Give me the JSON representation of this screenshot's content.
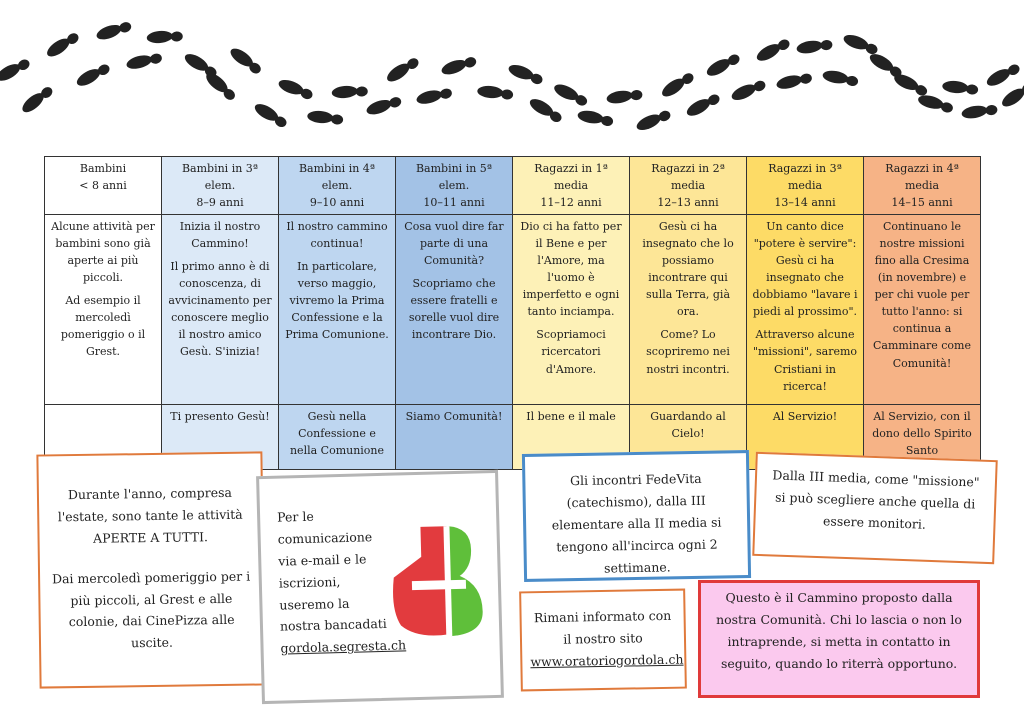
{
  "columns": [
    {
      "title": "Bambini",
      "age": "< 8 anni",
      "color": "#ffffff",
      "body": [
        "Alcune attività per bambini sono già aperte ai più piccoli.",
        "Ad esempio il mercoledì pomeriggio o il Grest."
      ],
      "footer": ""
    },
    {
      "title": "Bambini in 3ª elem.",
      "age": "8–9 anni",
      "color": "#dce9f7",
      "body": [
        "Inizia il nostro Cammino!",
        "Il primo anno è di conoscenza, di avvicinamento per conoscere meglio il nostro amico Gesù. S'inizia!"
      ],
      "footer": "Ti presento Gesù!"
    },
    {
      "title": "Bambini in 4ª elem.",
      "age": "9–10 anni",
      "color": "#bed6f0",
      "body": [
        "Il nostro cammino continua!",
        "In particolare, verso maggio, vivremo la Prima Confessione e la Prima Comunione."
      ],
      "footer": "Gesù nella Confessione e nella Comunione"
    },
    {
      "title": "Bambini in 5ª elem.",
      "age": "10–11 anni",
      "color": "#a3c2e6",
      "body": [
        "Cosa vuol dire far parte di una Comunità?",
        "Scopriamo che essere fratelli e sorelle vuol dire incontrare Dio."
      ],
      "footer": "Siamo Comunità!"
    },
    {
      "title": "Ragazzi in 1ª media",
      "age": "11–12 anni",
      "color": "#fdf1b7",
      "body": [
        "Dio ci ha fatto per il Bene e per l'Amore, ma l'uomo è imperfetto e ogni tanto inciampa.",
        "Scopriamoci ricercatori d'Amore."
      ],
      "footer": "Il bene e il male"
    },
    {
      "title": "Ragazzi in 2ª media",
      "age": "12–13 anni",
      "color": "#fde697",
      "body": [
        "Gesù ci ha insegnato che lo possiamo incontrare qui sulla Terra, già ora.",
        "Come? Lo scopriremo nei nostri incontri."
      ],
      "footer": "Guardando al Cielo!"
    },
    {
      "title": "Ragazzi in 3ª media",
      "age": "13–14 anni",
      "color": "#fddb66",
      "body": [
        "Un canto dice \"potere è servire\": Gesù ci ha insegnato che dobbiamo \"lavare i piedi al prossimo\".",
        "Attraverso alcune \"missioni\", saremo Cristiani in ricerca!"
      ],
      "footer": "Al Servizio!"
    },
    {
      "title": "Ragazzi in 4ª media",
      "age": "14–15 anni",
      "color": "#f6b386",
      "body": [
        "Continuano le nostre missioni fino alla Cresima (in novembre) e per chi vuole per tutto l'anno: si continua a Camminare come Comunità!"
      ],
      "footer": "Al Servizio, con il dono dello Spirito Santo"
    }
  ],
  "boxes": {
    "estate": {
      "l1": "Durante l'anno, compresa l'estate, sono tante le attività",
      "l2": "APERTE A TUTTI.",
      "l3": "Dai mercoledì pomeriggio per i più piccoli, al Grest e alle colonie, dai CinePizza alle uscite."
    },
    "comunicazioni": {
      "text": "Per le comunicazione via e-mail e le iscrizioni, useremo la nostra bancadati",
      "link": "gordola.segresta.ch"
    },
    "fedevita": {
      "text": "Gli incontri FedeVita (catechismo), dalla III elementare alla II media si tengono all'incirca ogni 2 settimane."
    },
    "monitori": {
      "text": "Dalla III media, come \"missione\" si può scegliere anche quella di essere monitori."
    },
    "sito": {
      "text": "Rimani informato con il nostro sito",
      "link": "www.oratoriogordola.ch"
    },
    "cammino": {
      "text": "Questo è il Cammino proposto dalla nostra Comunità. Chi lo lascia o non lo intraprende, si metta in contatto in seguito, quando lo riterrà opportuno."
    }
  },
  "colors": {
    "orange": "#e07a3c",
    "blue": "#4a8cc9",
    "red": "#e03a3a",
    "pink": "#fbc9ee",
    "logo_red": "#e23b3e",
    "logo_green": "#5fbf3a",
    "footprint": "#222222"
  },
  "icons": {
    "footprints": "footprint-icon",
    "logo": "oratorio-logo-icon"
  }
}
